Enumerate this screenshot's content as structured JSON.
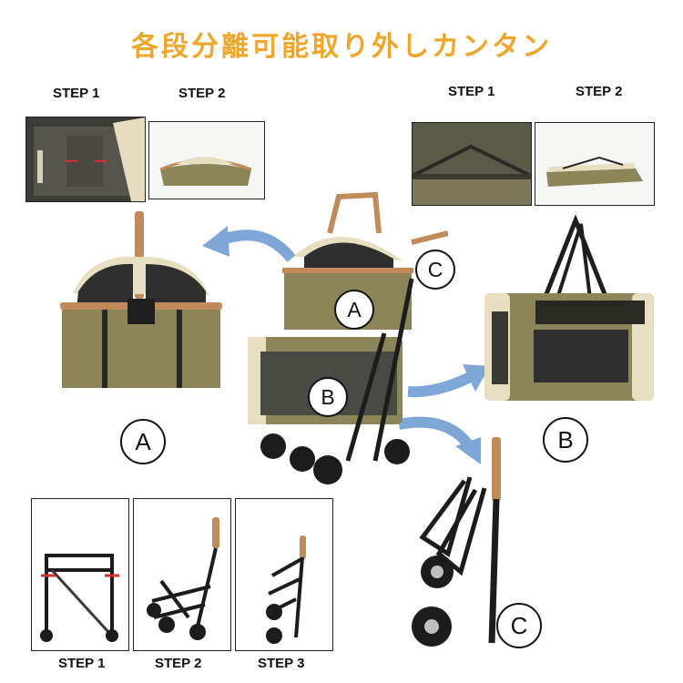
{
  "title": "各段分離可能取り外しカンタン",
  "top_left": {
    "step1": "STEP 1",
    "step2": "STEP 2"
  },
  "top_right": {
    "step1": "STEP 1",
    "step2": "STEP 2"
  },
  "bottom": {
    "step1": "STEP 1",
    "step2": "STEP 2",
    "step3": "STEP 3"
  },
  "labels": {
    "a": "A",
    "b": "B",
    "c": "C"
  },
  "colors": {
    "title": "#f0a62a",
    "arrow": "#7ea6d6",
    "olive": "#8c8559",
    "cream": "#e8dfc3",
    "copper": "#c08a5a"
  }
}
